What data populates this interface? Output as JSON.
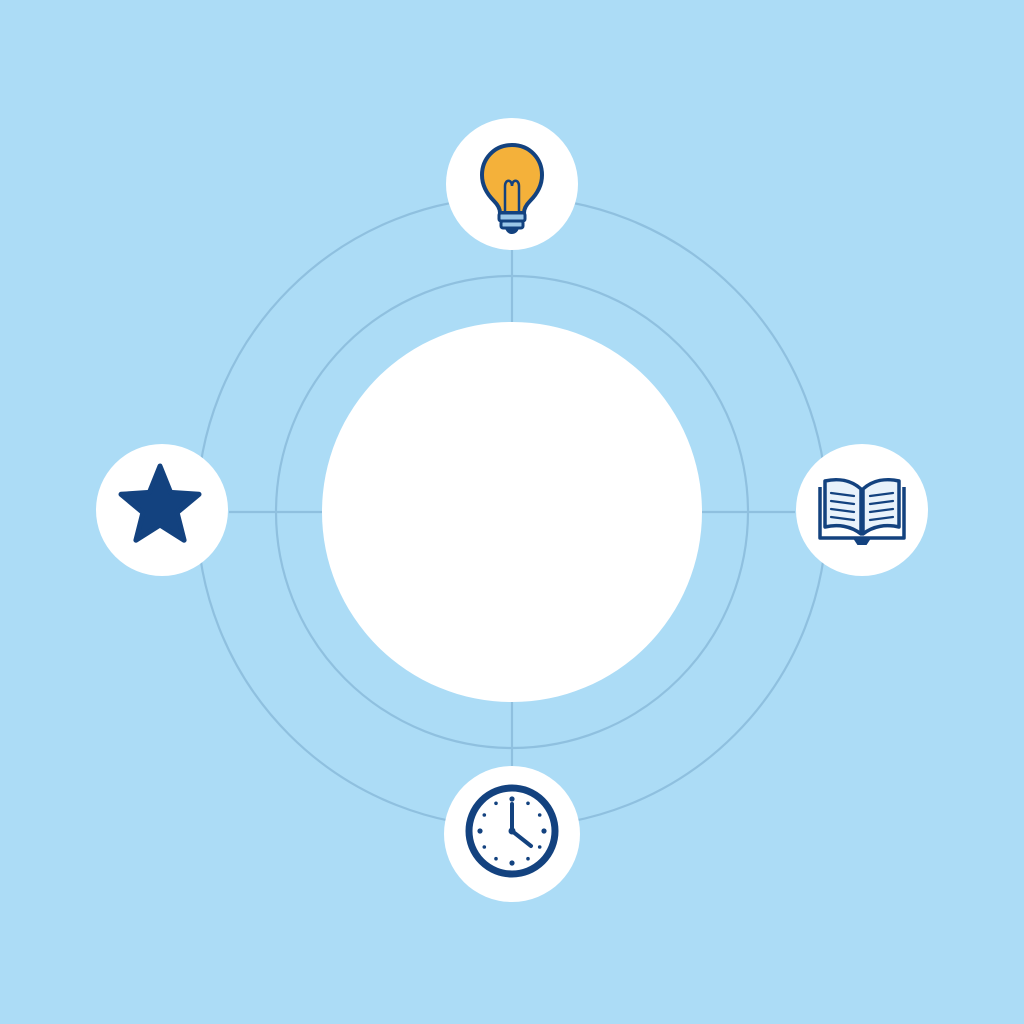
{
  "colors": {
    "background": "#acdcf6",
    "ring": "#8fc0df",
    "node_fill": "#ffffff",
    "icon_primary": "#13427f",
    "icon_accent": "#f4b13a"
  },
  "center": {
    "icon": "none"
  },
  "nodes": [
    {
      "id": "top",
      "icon": "lightbulb-icon"
    },
    {
      "id": "right",
      "icon": "open-book-icon"
    },
    {
      "id": "bottom",
      "icon": "clock-icon"
    },
    {
      "id": "left",
      "icon": "star-icon"
    }
  ]
}
